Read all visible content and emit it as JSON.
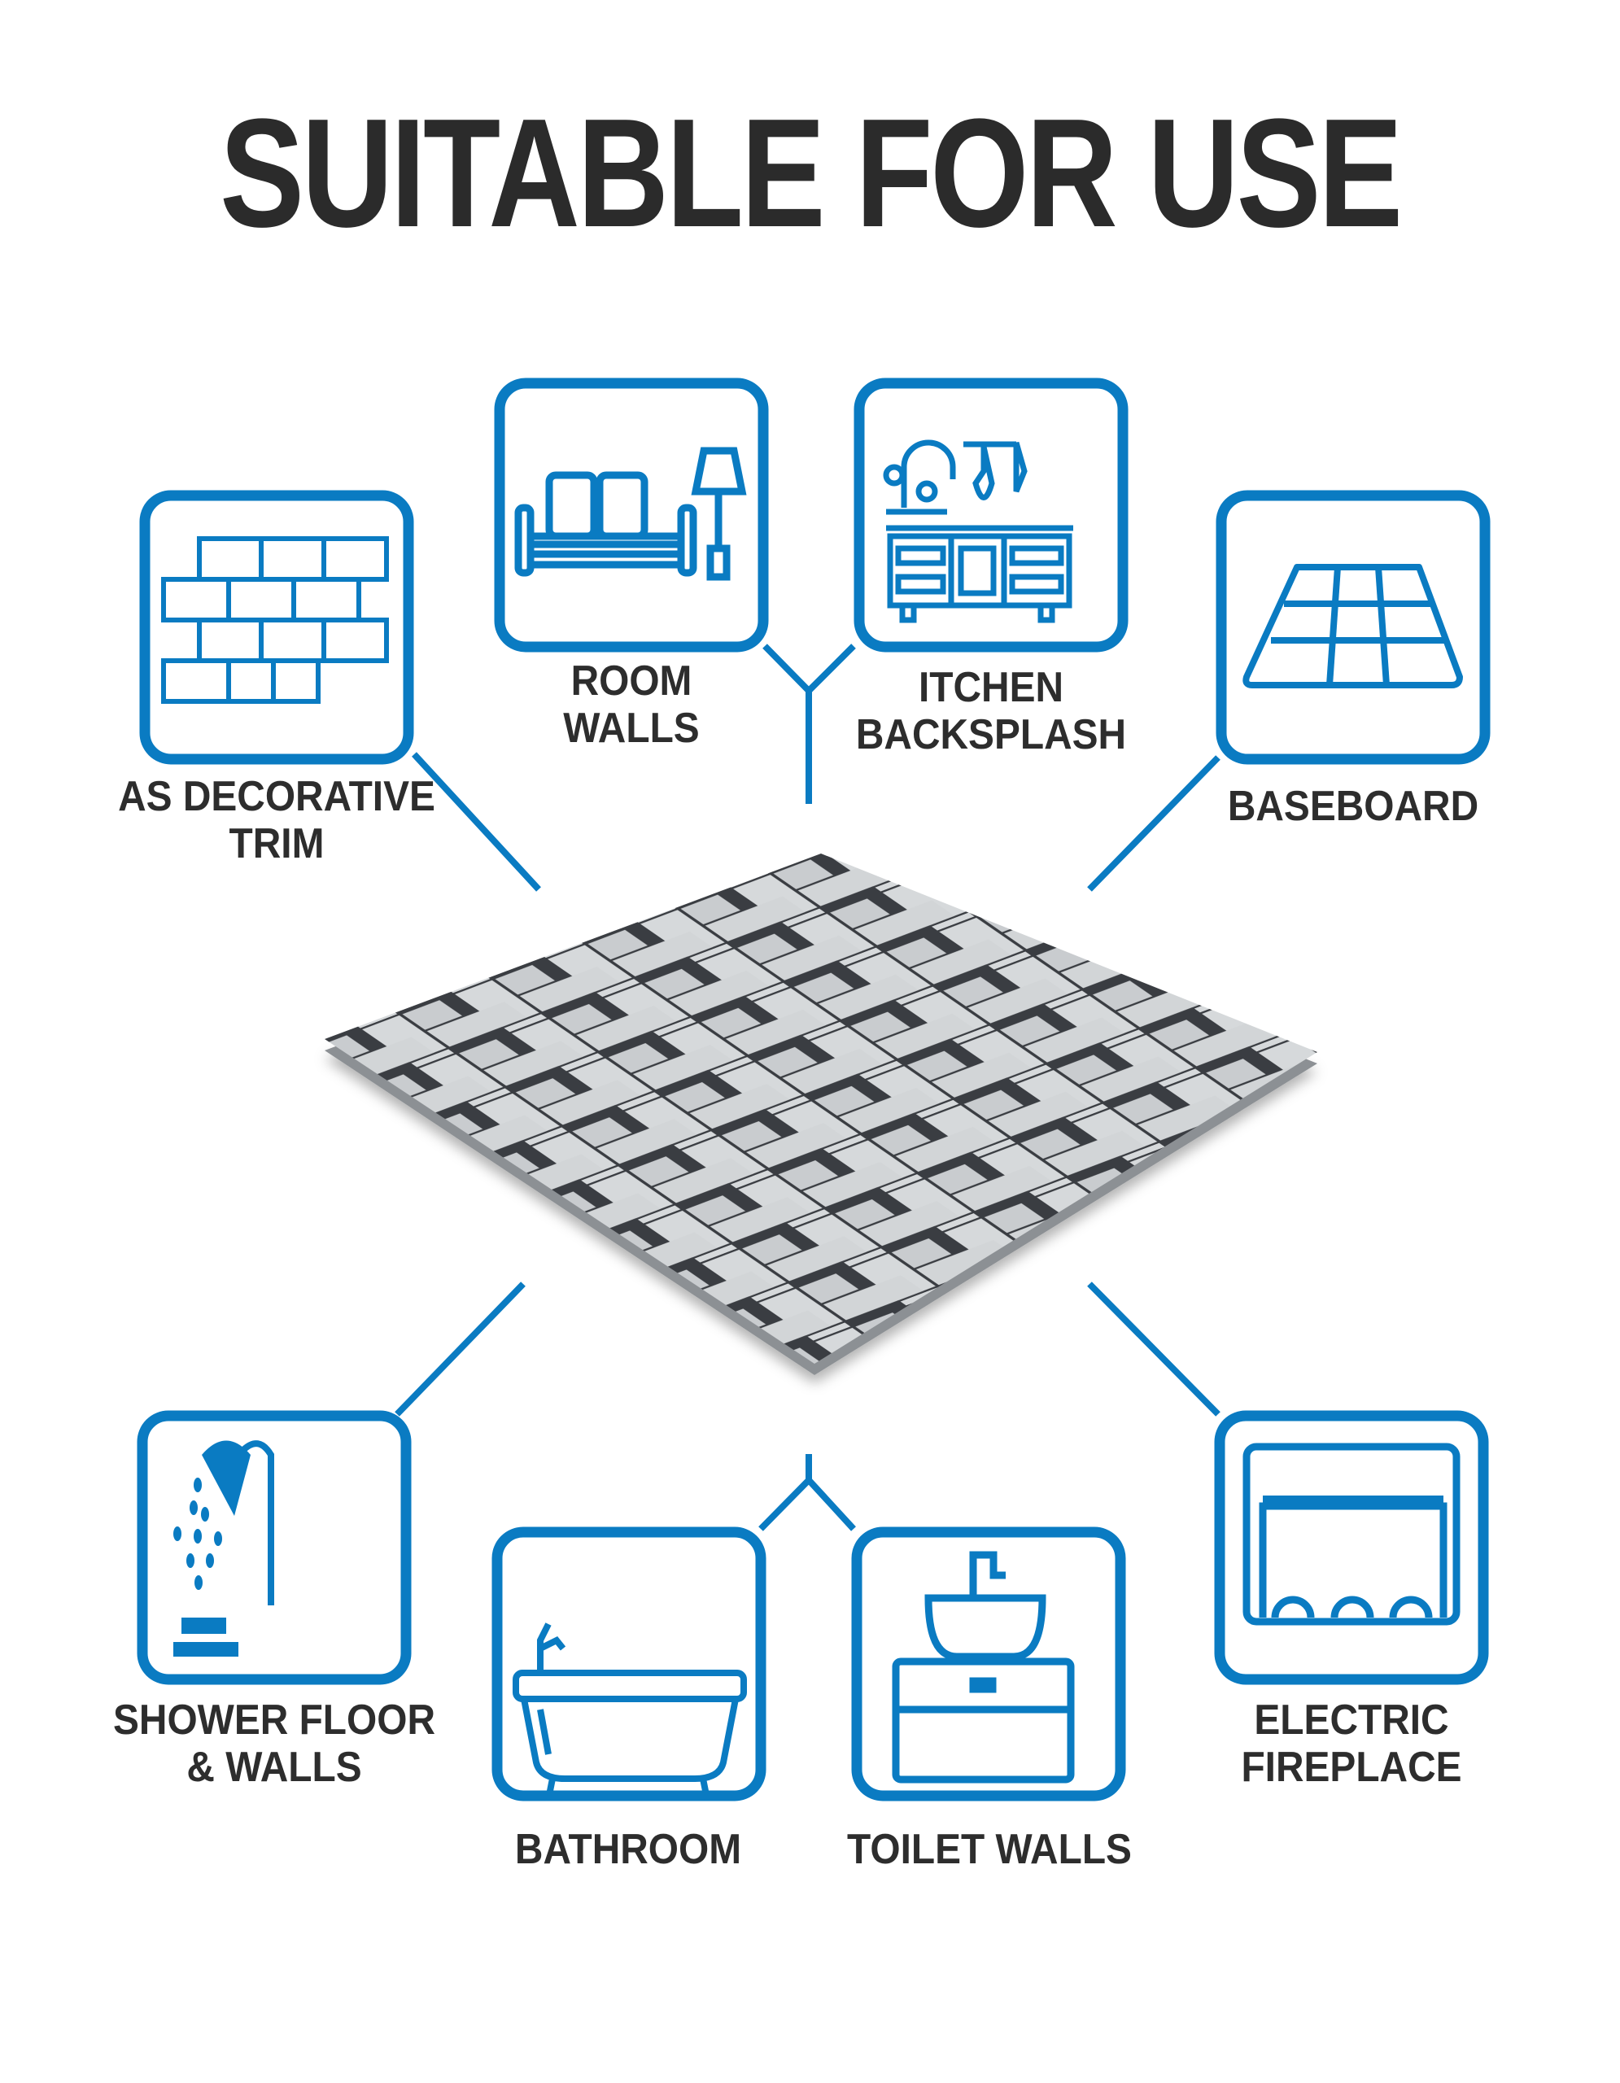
{
  "title": "SUITABLE FOR USE",
  "accent_color": "#0a7bc2",
  "uses": [
    {
      "id": "decorative-trim",
      "lines": [
        "AS DECORATIVE",
        "TRIM"
      ],
      "icon": "brick-wall-icon"
    },
    {
      "id": "room-walls",
      "lines": [
        "ROOM",
        "WALLS"
      ],
      "icon": "sofa-lamp-icon"
    },
    {
      "id": "kitchen-backsplash",
      "lines": [
        "ITCHEN",
        "BACKSPLASH"
      ],
      "icon": "kitchen-counter-icon"
    },
    {
      "id": "baseboard",
      "lines": [
        "BASEBOARD"
      ],
      "icon": "floor-tiles-icon"
    },
    {
      "id": "shower",
      "lines": [
        "SHOWER FLOOR",
        "& WALLS"
      ],
      "icon": "shower-icon"
    },
    {
      "id": "bathroom",
      "lines": [
        "BATHROOM"
      ],
      "icon": "bathtub-icon"
    },
    {
      "id": "toilet-walls",
      "lines": [
        "TOILET WALLS"
      ],
      "icon": "vanity-sink-icon"
    },
    {
      "id": "fireplace",
      "lines": [
        "ELECTRIC",
        "FIREPLACE"
      ],
      "icon": "fireplace-icon"
    }
  ]
}
